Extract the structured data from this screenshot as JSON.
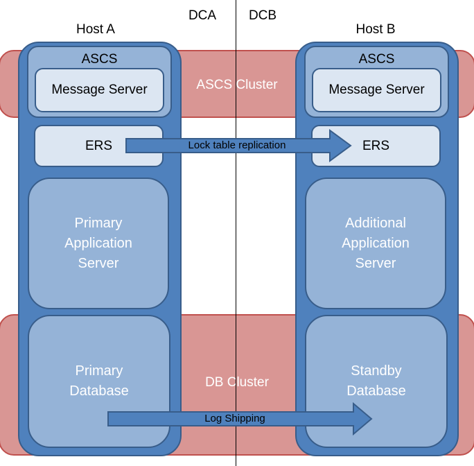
{
  "datacenters": {
    "left": "DCA",
    "right": "DCB"
  },
  "hosts": {
    "a": {
      "label": "Host A",
      "ascs": {
        "title": "ASCS",
        "message_server": "Message Server"
      },
      "ers": "ERS",
      "app_server": "Primary\nApplication\nServer",
      "database": "Primary\nDatabase"
    },
    "b": {
      "label": "Host B",
      "ascs": {
        "title": "ASCS",
        "message_server": "Message Server"
      },
      "ers": "ERS",
      "app_server": "Additional\nApplication\nServer",
      "database": "Standby\nDatabase"
    }
  },
  "clusters": {
    "ascs": "ASCS Cluster",
    "db": "DB Cluster"
  },
  "arrows": {
    "lock": "Lock table replication",
    "log": "Log Shipping"
  },
  "colors": {
    "cluster_fill": "#d99694",
    "host_fill": "#4f81bd",
    "box_fill": "#95b3d7",
    "light_box_fill": "#dce6f2",
    "outline": "#385d8a"
  }
}
